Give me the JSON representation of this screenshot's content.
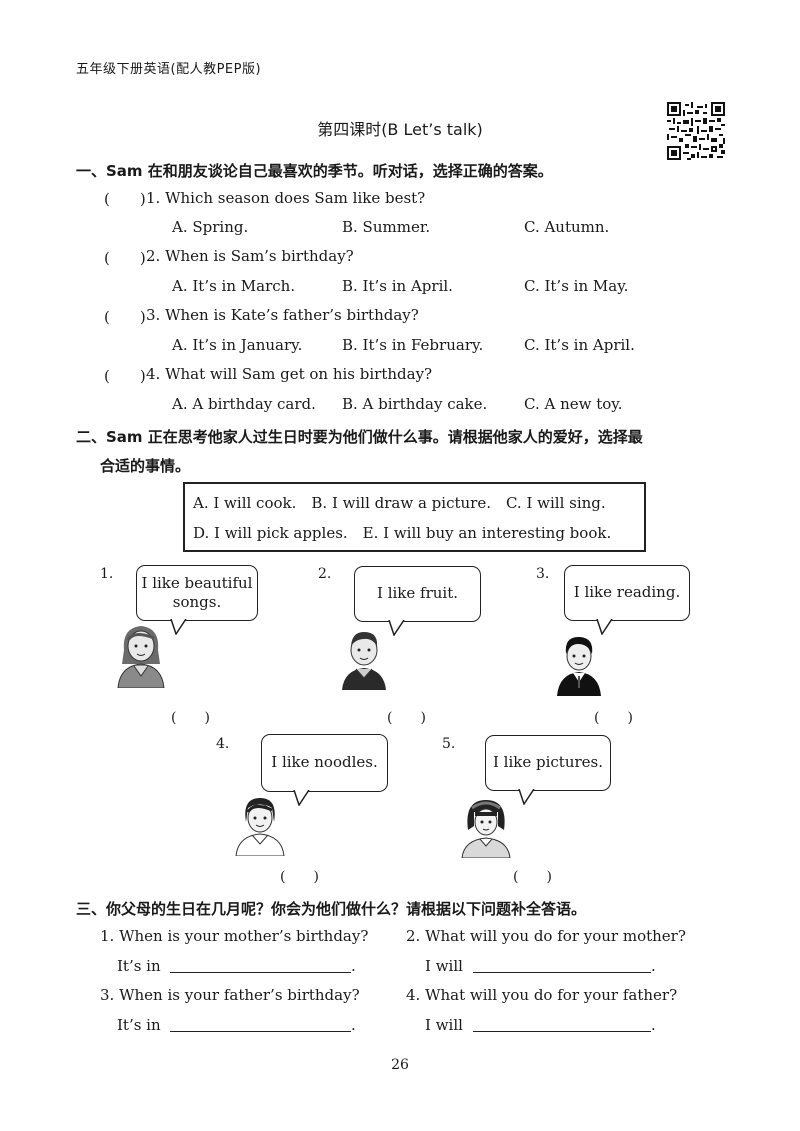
{
  "header": "五年级下册英语(配人教PEP版)",
  "title": "第四课时(B Let’s talk)",
  "section1": {
    "heading": "一、Sam 在和朋友谈论自己最喜欢的季节。听对话，选择正确的答案。",
    "questions": [
      {
        "paren": "(　　)",
        "text": "1. Which season does Sam like best?",
        "options": [
          "A. Spring.",
          "B. Summer.",
          "C. Autumn."
        ]
      },
      {
        "paren": "(　　)",
        "text": "2. When is Sam’s birthday?",
        "options": [
          "A. It’s in March.",
          "B. It’s in April.",
          "C. It’s in May."
        ]
      },
      {
        "paren": "(　　)",
        "text": "3. When is Kate’s father’s birthday?",
        "options": [
          "A. It’s in January.",
          "B. It’s in February.",
          "C. It’s in April."
        ]
      },
      {
        "paren": "(　　)",
        "text": "4. What will Sam get on his birthday?",
        "options": [
          "A. A birthday card.",
          "B. A birthday cake.",
          "C. A new toy."
        ]
      }
    ]
  },
  "section2": {
    "heading_line1": "二、Sam 正在思考他家人过生日时要为他们做什么事。请根据他家人的爱好，选择最",
    "heading_line2": "合适的事情。",
    "box_line1": "A. I will cook. B. I will draw a picture. C. I will sing.",
    "box_line2": "D. I will pick apples. E. I will buy an interesting book.",
    "items": [
      {
        "num": "1.",
        "line1": "I like beautiful",
        "line2": "songs.",
        "paren": "(　　)"
      },
      {
        "num": "2.",
        "line1": "I like fruit.",
        "line2": "",
        "paren": "(　　)"
      },
      {
        "num": "3.",
        "line1": "I like reading.",
        "line2": "",
        "paren": "(　　)"
      },
      {
        "num": "4.",
        "line1": "I like noodles.",
        "line2": "",
        "paren": "(　　)"
      },
      {
        "num": "5.",
        "line1": "I like pictures.",
        "line2": "",
        "paren": "(　　)"
      }
    ]
  },
  "section3": {
    "heading": "三、你父母的生日在几月呢？你会为他们做什么？请根据以下问题补全答语。",
    "q1": "1. When is your mother’s birthday?",
    "a1": "It’s in",
    "q2": "2. What will you do for your mother?",
    "a2": "I will",
    "q3": "3. When is your father’s birthday?",
    "a3": "It’s in",
    "q4": "4. What will you do for your father?",
    "a4": "I will",
    "period": "."
  },
  "page_number": "26"
}
